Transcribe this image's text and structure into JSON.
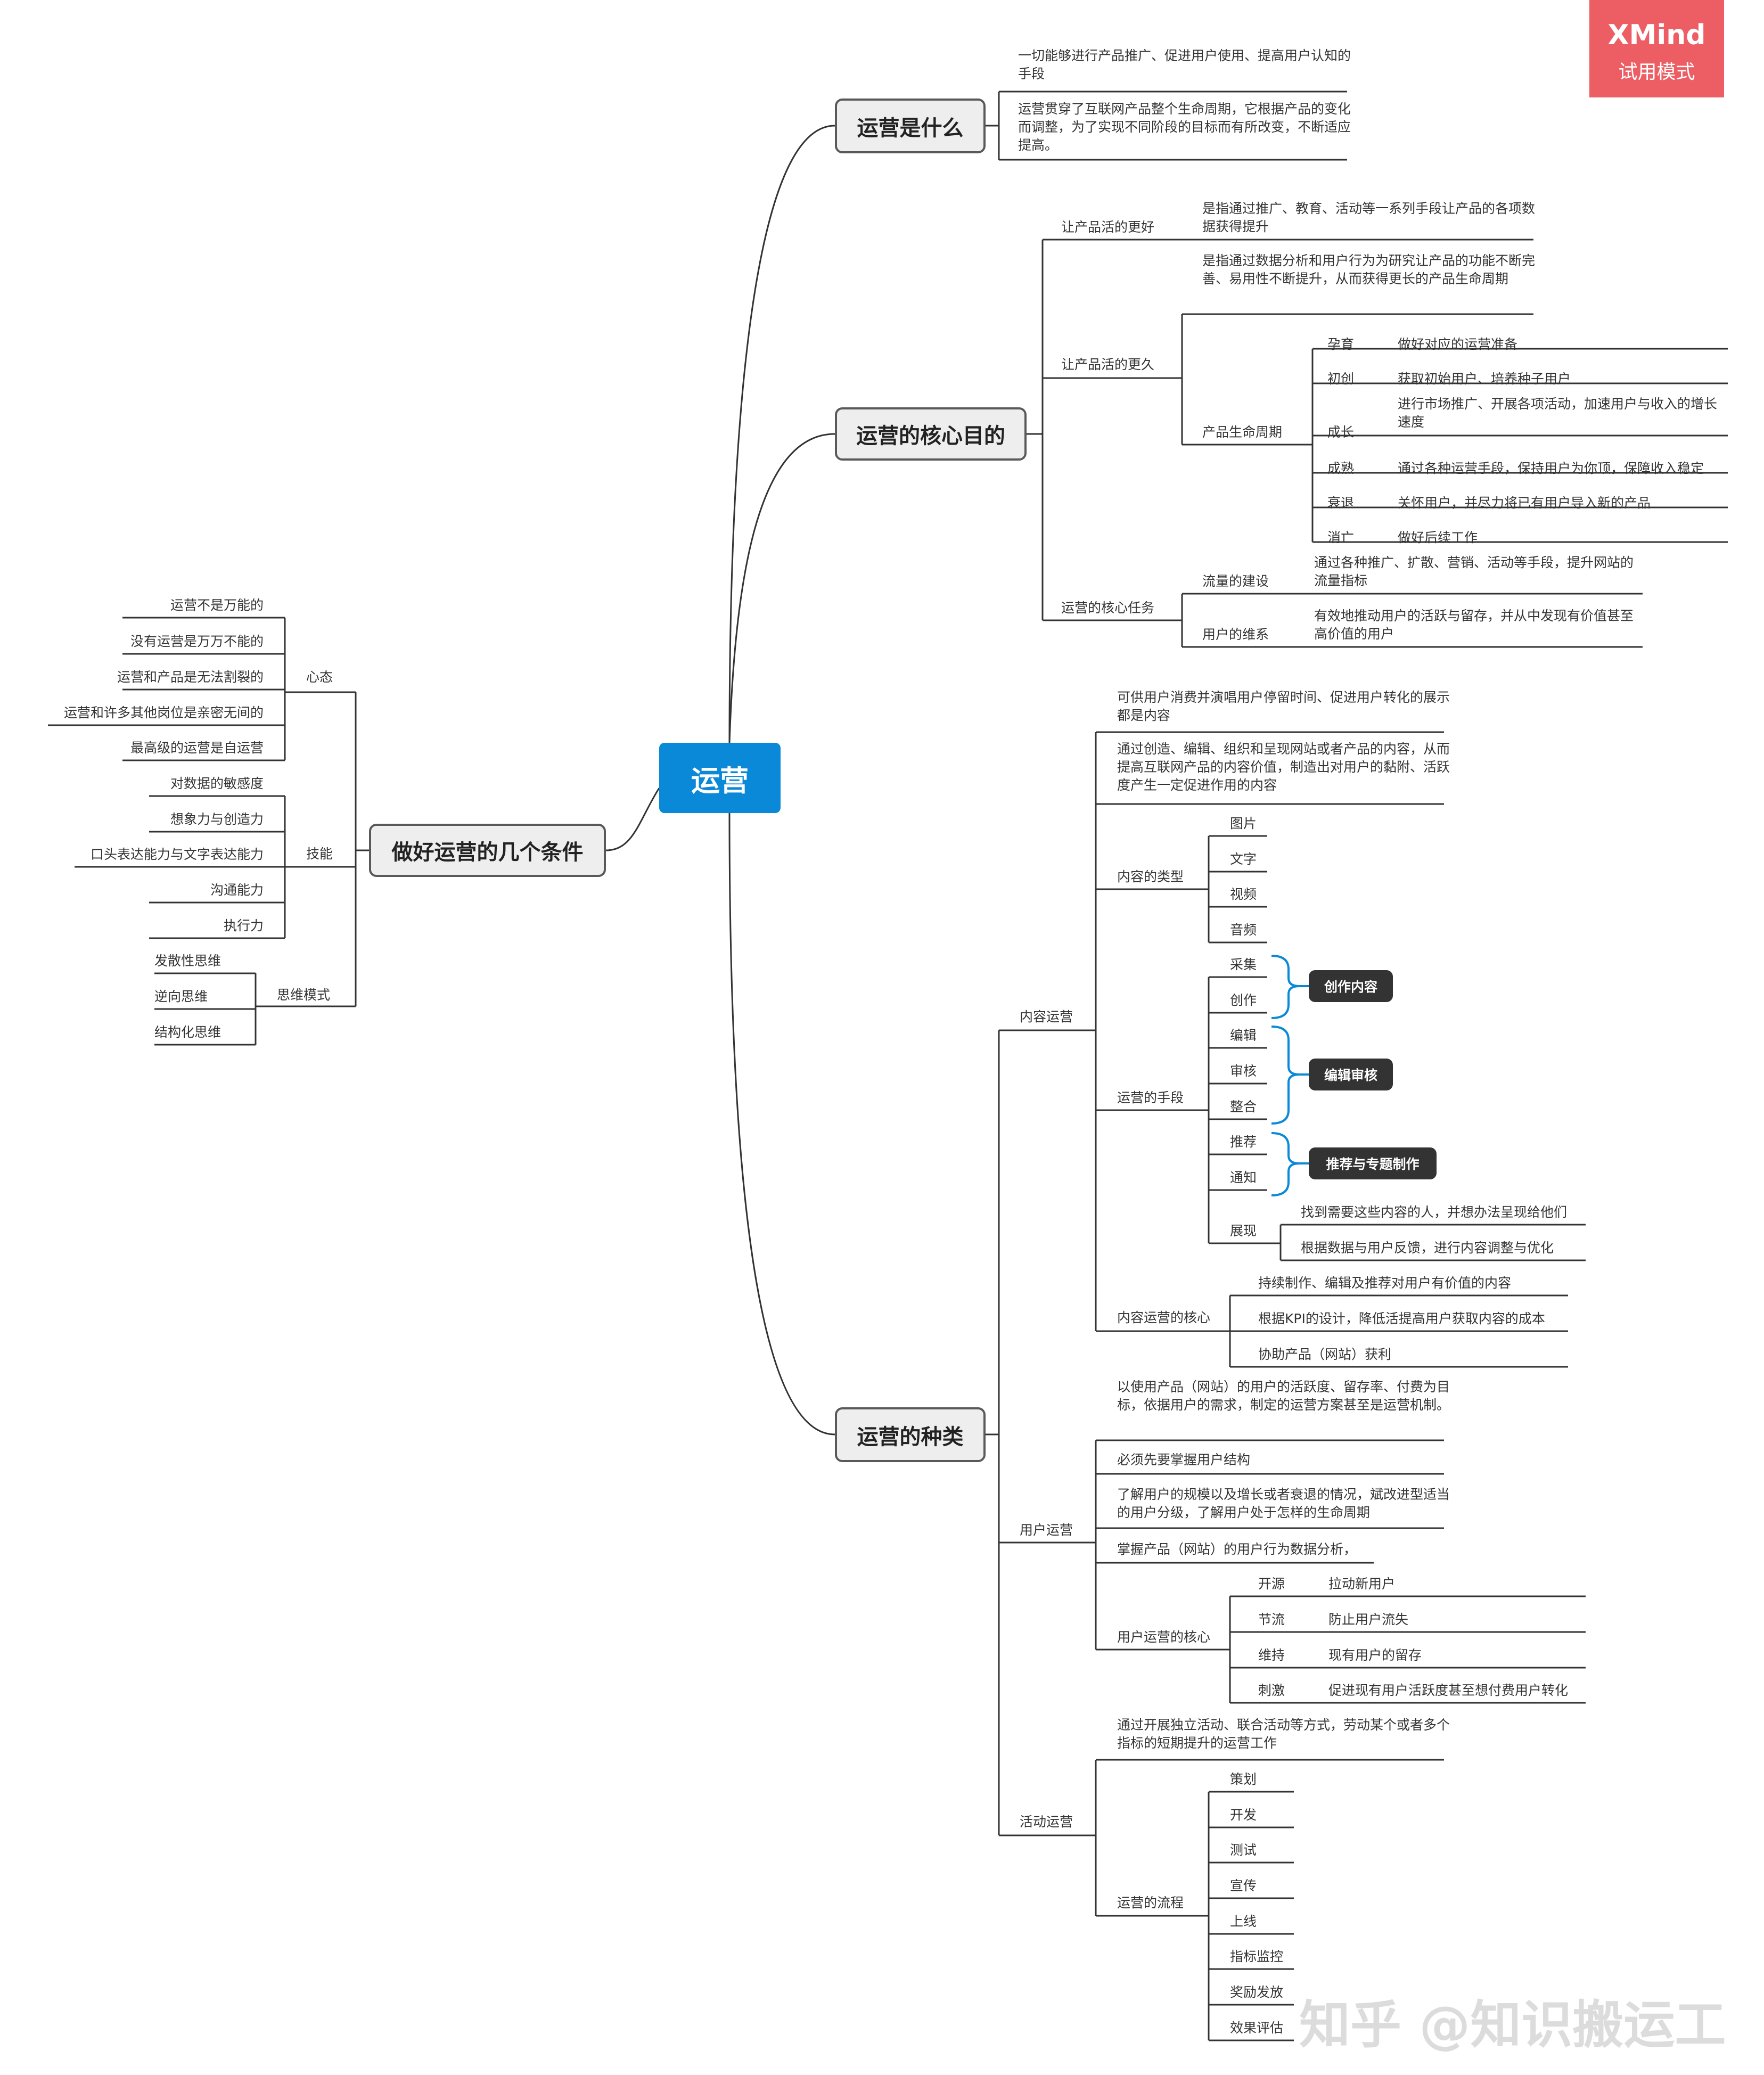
{
  "badge": {
    "title": "XMind",
    "subtitle": "试用模式"
  },
  "watermark": "知乎 @知识搬运工",
  "root": "运营",
  "b1": {
    "title": "运营是什么",
    "items": [
      "一切能够进行产品推广、促进用户使用、提高用户认知的手段",
      "运营贯穿了互联网产品整个生命周期，它根据产品的变化而调整，为了实现不同阶段的目标而有所改变，不断适应提高。"
    ]
  },
  "b2": {
    "title": "运营的核心目的",
    "better": {
      "label": "让产品活的更好",
      "desc": "是指通过推广、教育、活动等一系列手段让产品的各项数据获得提升"
    },
    "longer": {
      "label": "让产品活的更久",
      "desc": "是指通过数据分析和用户行为为研究让产品的功能不断完善、易用性不断提升，从而获得更长的产品生命周期",
      "lifecycle_label": "产品生命周期",
      "stages": [
        {
          "name": "孕育",
          "desc": "做好对应的运营准备"
        },
        {
          "name": "初创",
          "desc": "获取初始用户、培养种子用户"
        },
        {
          "name": "成长",
          "desc": "进行市场推广、开展各项活动，加速用户与收入的增长速度"
        },
        {
          "name": "成熟",
          "desc": "通过各种运营手段，保持用户为你顶，保障收入稳定"
        },
        {
          "name": "衰退",
          "desc": "关怀用户，并尽力将已有用户导入新的产品"
        },
        {
          "name": "消亡",
          "desc": "做好后续工作"
        }
      ]
    },
    "tasks": {
      "label": "运营的核心任务",
      "items": [
        {
          "name": "流量的建设",
          "desc": "通过各种推广、扩散、营销、活动等手段，提升网站的流量指标"
        },
        {
          "name": "用户的维系",
          "desc": "有效地推动用户的活跃与留存，并从中发现有价值甚至高价值的用户"
        }
      ]
    }
  },
  "b3": {
    "title": "运营的种类",
    "content": {
      "label": "内容运营",
      "desc1": "可供用户消费并演唱用户停留时间、促进用户转化的展示都是内容",
      "desc2": "通过创造、编辑、组织和呈现网站或者产品的内容，从而提高互联网产品的内容价值，制造出对用户的黏附、活跃度产生一定促进作用的内容",
      "types_label": "内容的类型",
      "types": [
        "图片",
        "文字",
        "视频",
        "音频"
      ],
      "means_label": "运营的手段",
      "means": [
        "采集",
        "创作",
        "编辑",
        "审核",
        "整合",
        "推荐",
        "通知"
      ],
      "groups": [
        "创作内容",
        "编辑审核",
        "推荐与专题制作"
      ],
      "display_label": "展现",
      "display": [
        "找到需要这些内容的人，并想办法呈现给他们",
        "根据数据与用户反馈，进行内容调整与优化"
      ],
      "core_label": "内容运营的核心",
      "core": [
        "持续制作、编辑及推荐对用户有价值的内容",
        "根据KPI的设计，降低活提高用户获取内容的成本",
        "协助产品（网站）获利"
      ]
    },
    "user": {
      "label": "用户运营",
      "desc1": "以使用产品（网站）的用户的活跃度、留存率、付费为目标，依据用户的需求，制定的运营方案甚至是运营机制。",
      "desc2": "必须先要掌握用户结构",
      "desc3": "了解用户的规模以及增长或者衰退的情况，斌改进型适当的用户分级，了解用户处于怎样的生命周期",
      "desc4": "掌握产品（网站）的用户行为数据分析，",
      "core_label": "用户运营的核心",
      "core": [
        {
          "name": "开源",
          "desc": "拉动新用户"
        },
        {
          "name": "节流",
          "desc": "防止用户流失"
        },
        {
          "name": "维持",
          "desc": "现有用户的留存"
        },
        {
          "name": "刺激",
          "desc": "促进现有用户活跃度甚至想付费用户转化"
        }
      ]
    },
    "activity": {
      "label": "活动运营",
      "desc": "通过开展独立活动、联合活动等方式，劳动某个或者多个指标的短期提升的运营工作",
      "flow_label": "运营的流程",
      "flow": [
        "策划",
        "开发",
        "测试",
        "宣传",
        "上线",
        "指标监控",
        "奖励发放",
        "效果评估"
      ]
    }
  },
  "b4": {
    "title": "做好运营的几个条件",
    "mind": {
      "label": "心态",
      "items": [
        "运营不是万能的",
        "没有运营是万万不能的",
        "运营和产品是无法割裂的",
        "运营和许多其他岗位是亲密无间的",
        "最高级的运营是自运营"
      ]
    },
    "skill": {
      "label": "技能",
      "items": [
        "对数据的敏感度",
        "想象力与创造力",
        "口头表达能力与文字表达能力",
        "沟通能力",
        "执行力"
      ]
    },
    "think": {
      "label": "思维模式",
      "items": [
        "发散性思维",
        "逆向思维",
        "结构化思维"
      ]
    }
  },
  "colors": {
    "central": "#0a89d8",
    "bracket": "#0a89d8",
    "line": "#333333",
    "badge": "#ec5e64"
  }
}
